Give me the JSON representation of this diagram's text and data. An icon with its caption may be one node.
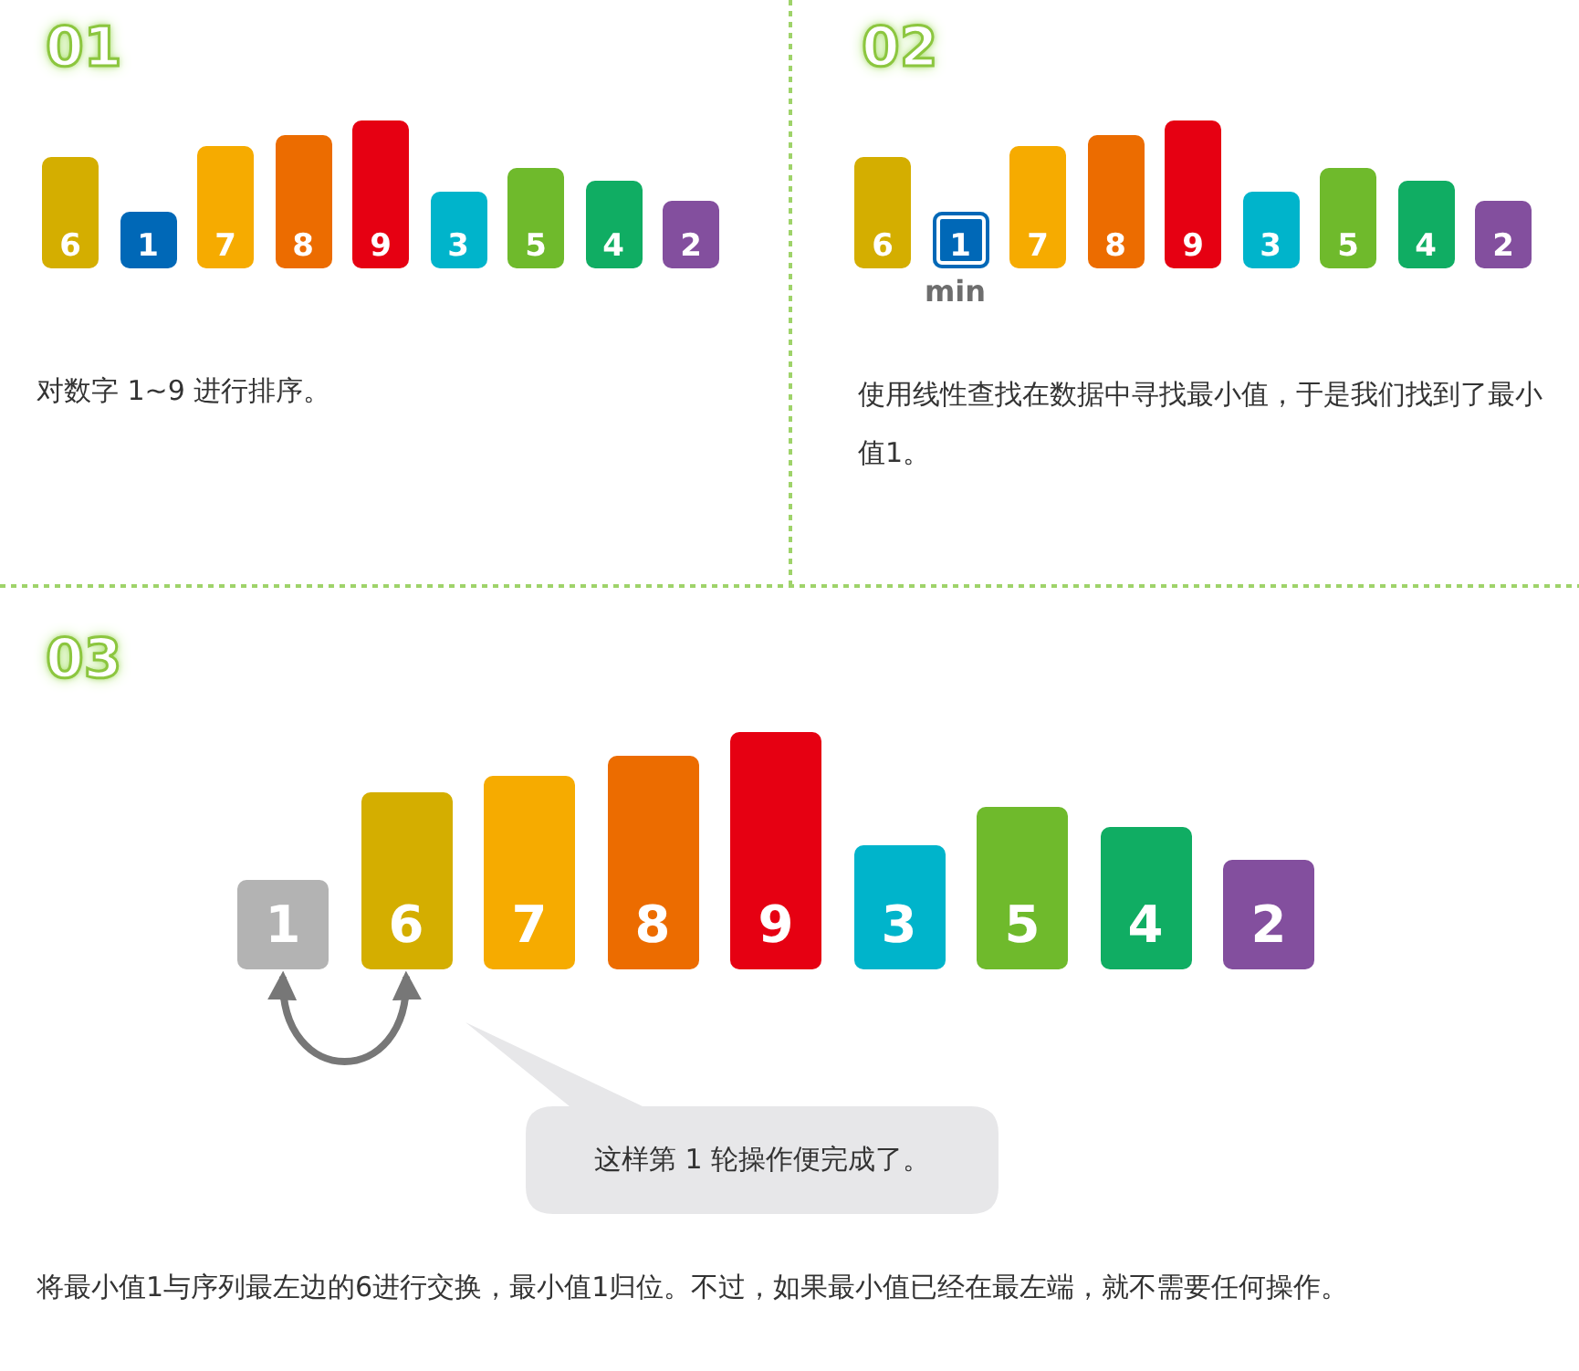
{
  "diagram": {
    "nodes": [
      {
        "text": [
          "6"
        ]
      },
      {
        "text": [
          "1"
        ]
      },
      {
        "text": [
          "7"
        ]
      },
      {
        "text": [
          "8"
        ]
      },
      {
        "text": [
          "9"
        ]
      },
      {
        "text": [
          "3"
        ]
      },
      {
        "text": [
          "5"
        ]
      },
      {
        "text": [
          "4"
        ]
      },
      {
        "text": [
          "2"
        ]
      },
      {
        "text": [
          "6"
        ]
      },
      {
        "text": [
          "1"
        ],
        "beside": [
          "min"
        ]
      },
      {
        "text": [
          "7"
        ]
      },
      {
        "text": [
          "8"
        ]
      },
      {
        "text": [
          "9"
        ]
      },
      {
        "text": [
          "3"
        ]
      },
      {
        "text": [
          "5"
        ]
      },
      {
        "text": [
          "4"
        ]
      },
      {
        "text": [
          "2"
        ]
      },
      {
        "text": [
          "1"
        ]
      },
      {
        "text": [
          "6"
        ]
      },
      {
        "text": [
          "7"
        ]
      },
      {
        "text": [
          "8"
        ]
      },
      {
        "text": [
          "9"
        ]
      },
      {
        "text": [
          "3"
        ]
      },
      {
        "text": [
          "5"
        ]
      },
      {
        "text": [
          "4"
        ]
      },
      {
        "text": [
          "2"
        ]
      },
      {
        "text": [
          "这样第 1 轮操作便完成了。"
        ]
      }
    ],
    "edges": [
      {
        "from": 18,
        "to": 19,
        "arrow": "both"
      }
    ],
    "labels": [
      "01",
      "对数字 1~9 进行排序。",
      "02",
      "使用线性查找在数据中寻找最小值，于是我们找到了最小值1。",
      "03",
      "将最小值1与序列最左边的6进行交换，最小值1归位。不过，如果最小值已经在最左端，就不需要任何操作。"
    ]
  }
}
